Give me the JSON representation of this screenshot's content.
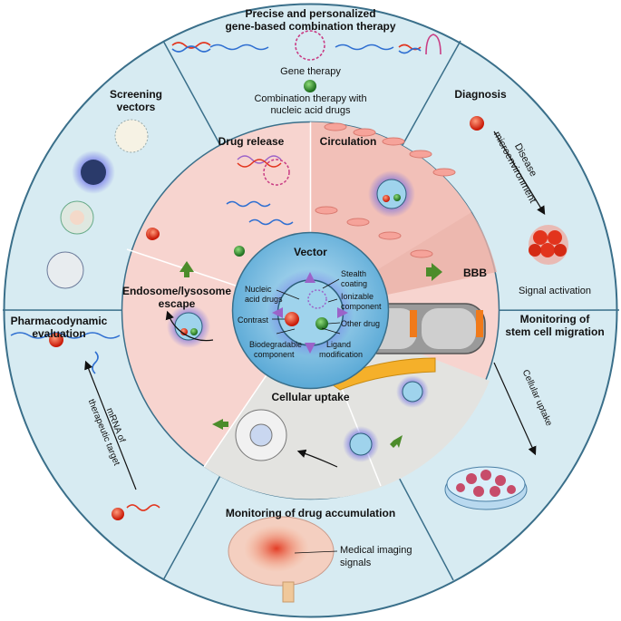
{
  "outer": {
    "top_title_line1": "Precise and personalized",
    "top_title_line2": "gene-based combination therapy",
    "gene_therapy": "Gene therapy",
    "combo_line1": "Combination therapy with",
    "combo_line2": "nucleic acid drugs",
    "diagnosis": "Diagnosis",
    "disease_line1": "Disease",
    "disease_line2": "microenvironment",
    "signal_activation": "Signal activation",
    "monitoring_stem_line1": "Monitoring of",
    "monitoring_stem_line2": "stem cell migration",
    "cellular_uptake_small": "Cellular uptake",
    "monitoring_drug": "Monitoring of drug accumulation",
    "medical_imaging_line1": "Medical imaging",
    "medical_imaging_line2": "signals",
    "pharmaco_line1": "Pharmacodynamic",
    "pharmaco_line2": "evaluation",
    "mrna_line1": "mRNA of",
    "mrna_line2": "therapeutic target",
    "screening_line1": "Screening",
    "screening_line2": "vectors"
  },
  "inner": {
    "drug_release": "Drug release",
    "circulation": "Circulation",
    "bbb": "BBB",
    "endo_line1": "Endosome/lysosome",
    "endo_line2": "escape",
    "cellular_uptake": "Cellular uptake"
  },
  "vector": {
    "title": "Vector",
    "stealth_line1": "Stealth",
    "stealth_line2": "coating",
    "nucleic_line1": "Nucleic",
    "nucleic_line2": "acid drugs",
    "ionizable_line1": "Ionizable",
    "ionizable_line2": "component",
    "contrast": "Contrast",
    "other_drug": "Other drug",
    "biodeg_line1": "Biodegradable",
    "biodeg_line2": "component",
    "ligand_line1": "Ligand",
    "ligand_line2": "modification"
  },
  "colors": {
    "outer_ring": "#d7ebf2",
    "outer_border": "#3a6f8a",
    "inner_pink": "#f7d4cf",
    "inner_pink_dark": "#eab0a6",
    "inner_gray": "#e3e3e0",
    "center": "#7fc1e3",
    "red_dot": "#e2341d",
    "green_dot": "#2e8b2e",
    "blue_glow": "#3b3bd9",
    "purple": "#9b63c9",
    "arrow_green": "#4c8c2b"
  }
}
